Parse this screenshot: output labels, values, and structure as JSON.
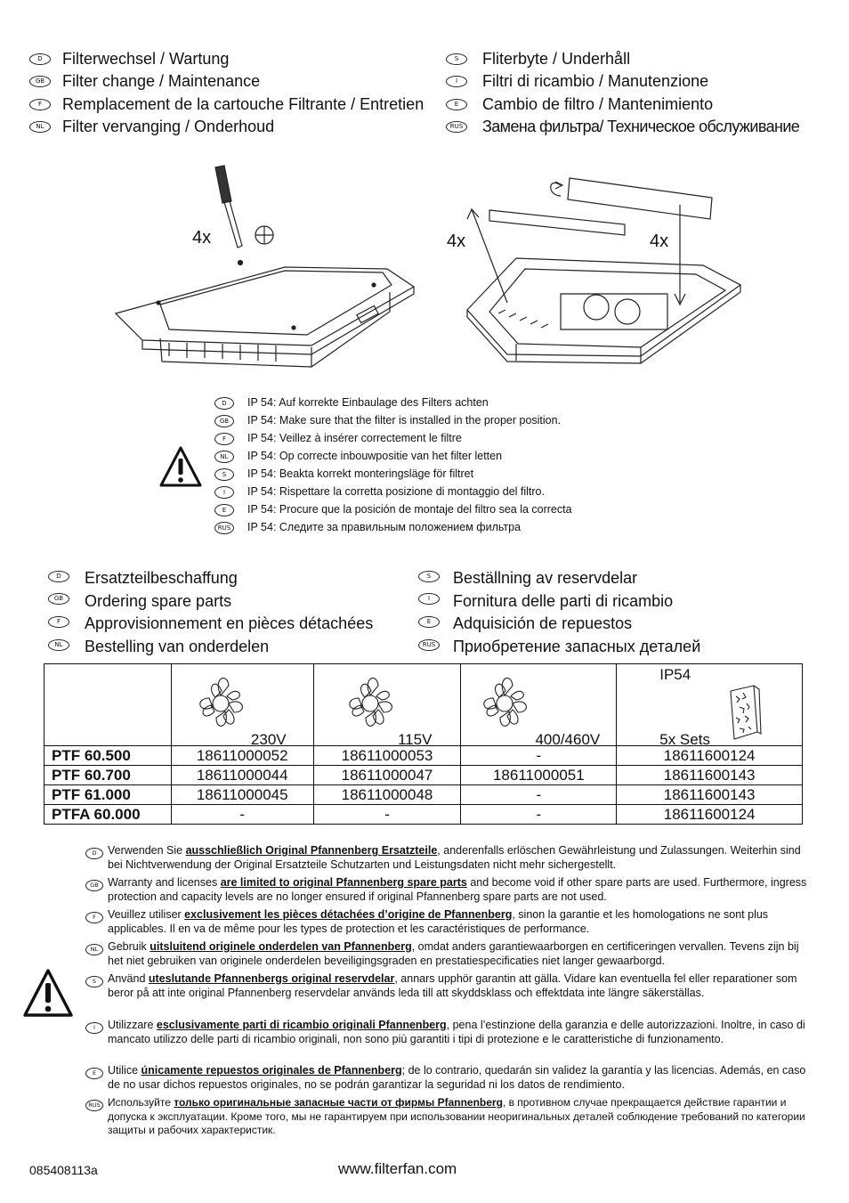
{
  "header": {
    "left": [
      {
        "badge": "D",
        "text": "Filterwechsel / Wartung"
      },
      {
        "badge": "GB",
        "text": "Filter change / Maintenance"
      },
      {
        "badge": "F",
        "text": "Remplacement de la cartouche Filtrante / Entretien"
      },
      {
        "badge": "NL",
        "text": "Filter vervanging / Onderhoud"
      }
    ],
    "right": [
      {
        "badge": "S",
        "text": "Fliterbyte / Underhåll"
      },
      {
        "badge": "I",
        "text": "Filtri di ricambio / Manutenzione"
      },
      {
        "badge": "E",
        "text": "Cambio de filtro / Mantenimiento"
      },
      {
        "badge": "RUS",
        "text": "Замена фильтра/ Техническое обслуживание"
      }
    ]
  },
  "illustration": {
    "left_count": "4x",
    "right_count_a": "4x",
    "right_count_b": "4x"
  },
  "ip_notes": [
    {
      "badge": "D",
      "text": "IP 54: Auf korrekte Einbaulage des Filters achten"
    },
    {
      "badge": "GB",
      "text": "IP 54: Make sure that the filter is installed in the proper position."
    },
    {
      "badge": "F",
      "text": "IP 54: Veillez à insérer correctement le filtre"
    },
    {
      "badge": "NL",
      "text": "IP 54: Op correcte inbouwpositie van het filter letten"
    },
    {
      "badge": "S",
      "text": "IP 54: Beakta korrekt monteringsläge för filtret"
    },
    {
      "badge": "I",
      "text": "IP 54: Rispettare la corretta posizione di montaggio del filtro."
    },
    {
      "badge": "E",
      "text": "IP 54: Procure que la posición de montaje del filtro sea la correcta"
    },
    {
      "badge": "RUS",
      "text": "IP 54: Следите за правильным положением фильтра"
    }
  ],
  "ordering": {
    "left": [
      {
        "badge": "D",
        "text": "Ersatzteilbeschaffung"
      },
      {
        "badge": "GB",
        "text": "Ordering spare parts"
      },
      {
        "badge": "F",
        "text": "Approvisionnement en pièces détachées"
      },
      {
        "badge": "NL",
        "text": "Bestelling van onderdelen"
      }
    ],
    "right": [
      {
        "badge": "S",
        "text": "Beställning av reservdelar"
      },
      {
        "badge": "I",
        "text": "Fornitura delle parti di ricambio"
      },
      {
        "badge": "E",
        "text": "Adquisición de repuestos"
      },
      {
        "badge": "RUS",
        "text": "Приобретение запасных деталей"
      }
    ]
  },
  "table": {
    "head": {
      "v1": "230V",
      "v2": "115V",
      "v3": "400/460V",
      "ip": "IP54",
      "sets": "5x Sets"
    },
    "rows": [
      [
        "PTF 60.500",
        "18611000052",
        "18611000053",
        "-",
        "18611600124"
      ],
      [
        "PTF 60.700",
        "18611000044",
        "18611000047",
        "18611000051",
        "18611600143"
      ],
      [
        "PTF 61.000",
        "18611000045",
        "18611000048",
        "-",
        "18611600143"
      ],
      [
        "PTFA 60.000",
        "-",
        "-",
        "-",
        "18611600124"
      ]
    ]
  },
  "warranty": [
    {
      "badge": "D",
      "pre": "Verwenden Sie ",
      "bold": "ausschließlich Original Pfannenberg Ersatzteile",
      "post": ", anderenfalls erlöschen Gewährleistung und Zulassungen. Weiterhin sind bei Nichtverwendung der Original Ersatzteile Schutzarten und Leistungsdaten nicht mehr sichergestellt."
    },
    {
      "badge": "GB",
      "pre": "Warranty and licenses ",
      "bold": "are limited to original Pfannenberg spare parts",
      "post": " and become void if other spare parts are used. Furthermore, ingress protection and capacity levels are no longer ensured if original Pfannenberg spare parts are not used."
    },
    {
      "badge": "F",
      "pre": "Veuillez utiliser ",
      "bold": "exclusivement les pièces détachées d’origine de Pfannenberg",
      "post": ", sinon la garantie et les homologations ne sont plus applicables. Il en va de même pour les types de protection et les caractéristiques de performance."
    },
    {
      "badge": "NL",
      "pre": "Gebruik ",
      "bold": "uitsluitend originele onderdelen van Pfannenberg",
      "post": ", omdat anders garantiewaarborgen en certificeringen vervallen. Tevens zijn bij het niet gebruiken van originele onderdelen beveiligingsgraden en prestatiespecificaties niet langer gewaarborgd."
    },
    {
      "badge": "S",
      "pre": "Använd ",
      "bold": "uteslutande Pfannenbergs original reservdelar",
      "post": ", annars upphör garantin att gälla. Vidare kan eventuella fel eller reparationer som beror på att inte original Pfannenberg reservdelar används leda till att skyddsklass och effektdata inte längre säkerställas."
    },
    {
      "badge": "I",
      "pre": "Utilizzare ",
      "bold": "esclusivamente parti di ricambio originali Pfannenberg",
      "post": ", pena l’estinzione della garanzia e delle autorizzazioni. Inoltre, in caso di mancato utilizzo delle parti di ricambio originali, non sono più garantiti i tipi di protezione e le caratteristiche di funzionamento."
    },
    {
      "badge": "E",
      "pre": "Utilice ",
      "bold": "únicamente repuestos originales de Pfannenberg",
      "post": "; de lo contrario, quedarán sin validez la garantía y las licencias. Además, en caso de no usar dichos repuestos originales, no se podrán garantizar la seguridad ni los datos de rendimiento."
    },
    {
      "badge": "RUS",
      "pre": "Используйте ",
      "bold": "только оригинальные запасные части от фирмы Pfannenberg",
      "post": ", в противном случае прекращается действие гарантии и допуска к эксплуатации. Кроме того, мы не гарантируем при использовании неоригинальных деталей соблюдение требований по категории защиты и рабочих характеристик."
    }
  ],
  "footer": {
    "doc_number": "085408113a",
    "url": "www.filterfan.com"
  }
}
